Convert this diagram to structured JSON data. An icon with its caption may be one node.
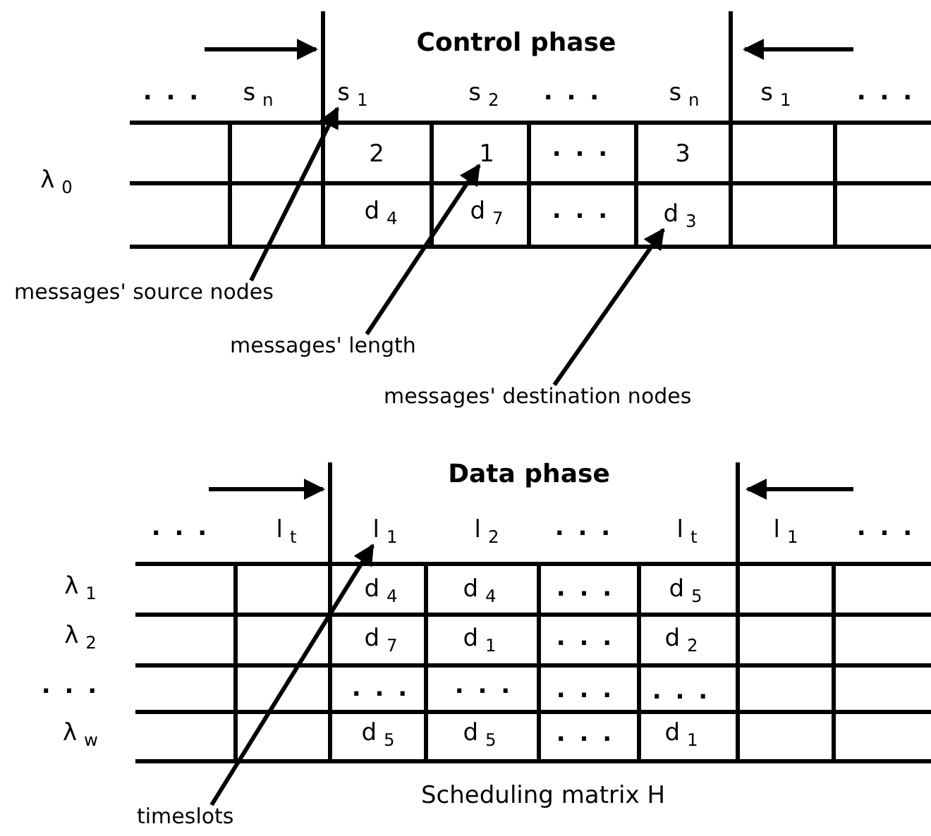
{
  "diagram": {
    "nodes": [
      {
        "text": [
          "s$_{1}$"
        ]
      },
      {
        "text": [
          "1"
        ]
      },
      {
        "text": [
          "d$_{3}$"
        ]
      },
      {
        "text": [
          "messages' source nodes"
        ]
      },
      {
        "text": [
          "messages' length"
        ]
      },
      {
        "text": [
          "messages' destination nodes"
        ]
      },
      {
        "text": [
          "l$_{1}$"
        ]
      },
      {
        "text": [
          "timeslots"
        ]
      }
    ],
    "edges": [
      {
        "from": 3,
        "to": 0,
        "arrow": "to"
      },
      {
        "from": 4,
        "to": 1,
        "arrow": "to"
      },
      {
        "from": 5,
        "to": 2,
        "arrow": "to"
      },
      {
        "from": 7,
        "to": 6,
        "arrow": "to"
      }
    ],
    "labels": [
      "Control phase",
      ". . .",
      "s$_{n}$",
      "s$_{2}$",
      ". . .",
      "s$_{n}$",
      "s$_{1}$",
      ". . .",
      "λ$_{0}$",
      "2",
      ". . .",
      "3",
      "d$_{4}$",
      "d$_{7}$",
      ". . .",
      "Data phase",
      ". . .",
      "l$_{t}$",
      "l$_{2}$",
      ". . .",
      "l$_{t}$",
      "l$_{1}$",
      ". . .",
      "λ$_{1}$",
      "d$_{4}$",
      "d$_{4}$",
      ". . .",
      "d$_{5}$",
      "λ$_{2}$",
      "d$_{7}$",
      "d$_{1}$",
      ". . .",
      "d$_{2}$",
      ". . .",
      ". . .",
      ". . .",
      ". . .",
      ". . .",
      "λ$_{w}$",
      "d$_{5}$",
      "d$_{5}$",
      ". . .",
      "d$_{1}$",
      "Scheduling matrix H"
    ]
  }
}
